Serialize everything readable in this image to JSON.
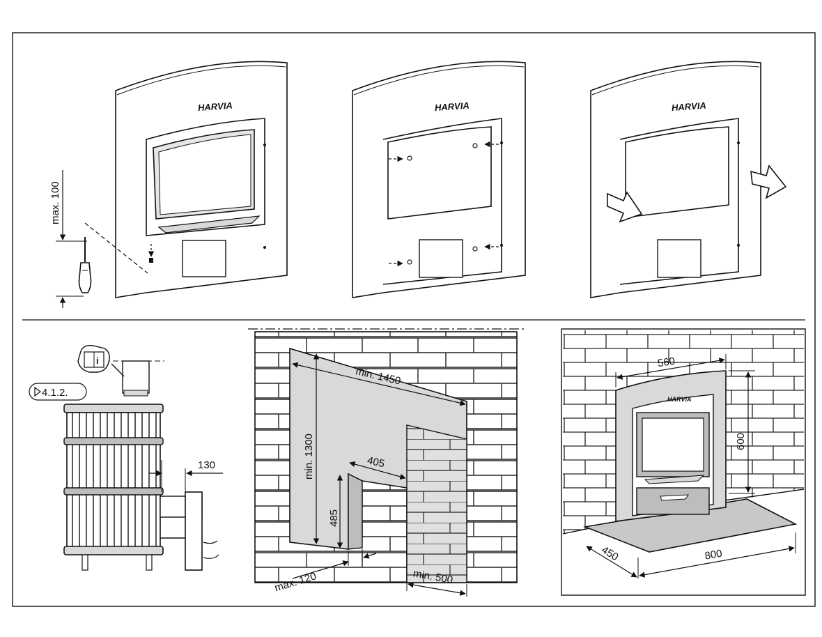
{
  "brand": {
    "logo_text": "HARVIA"
  },
  "top_row": {
    "dimension_max_100": "max. 100"
  },
  "bottom_left": {
    "reference_badge": "4.1.2.",
    "info_icon": "book-info-icon",
    "dimension_130": "130"
  },
  "bottom_middle": {
    "min_1450": "min. 1450",
    "min_1300": "min. 1300",
    "dim_405": "405",
    "dim_485": "485",
    "max_120": "max. 120",
    "min_500": "min. 500"
  },
  "bottom_right": {
    "dim_560": "560",
    "dim_600": "600",
    "dim_450": "450",
    "dim_800": "800"
  },
  "colors": {
    "line": "#111111",
    "panel_fill": "#d9d9d9",
    "dark_fill": "#bdbdbd",
    "floor_fill": "#c8c8c8",
    "window_fill": "#e6e6e6"
  }
}
